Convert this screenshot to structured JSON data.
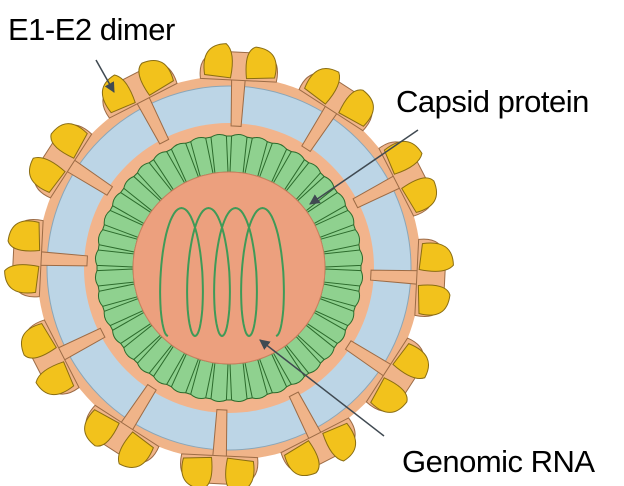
{
  "labels": {
    "e1_e2_dimer": "E1-E2 dimer",
    "capsid_protein": "Capsid protein",
    "genomic_rna": "Genomic RNA"
  },
  "colors": {
    "spike_yellow": "#f2c21c",
    "spike_stroke": "#8a6d12",
    "spike_base": "#f0b489",
    "membrane_blue": "#bcd5e6",
    "membrane_inner": "#f2b48c",
    "capsid_green": "#8fd18f",
    "capsid_stroke": "#2c6b2c",
    "core_fill": "#eca07e",
    "rna_green": "#3f9a57",
    "arrow": "#404a52"
  },
  "structure": {
    "spike_count": 12,
    "capsid_subunit_count": 40,
    "rna_coil_loops": 4
  }
}
